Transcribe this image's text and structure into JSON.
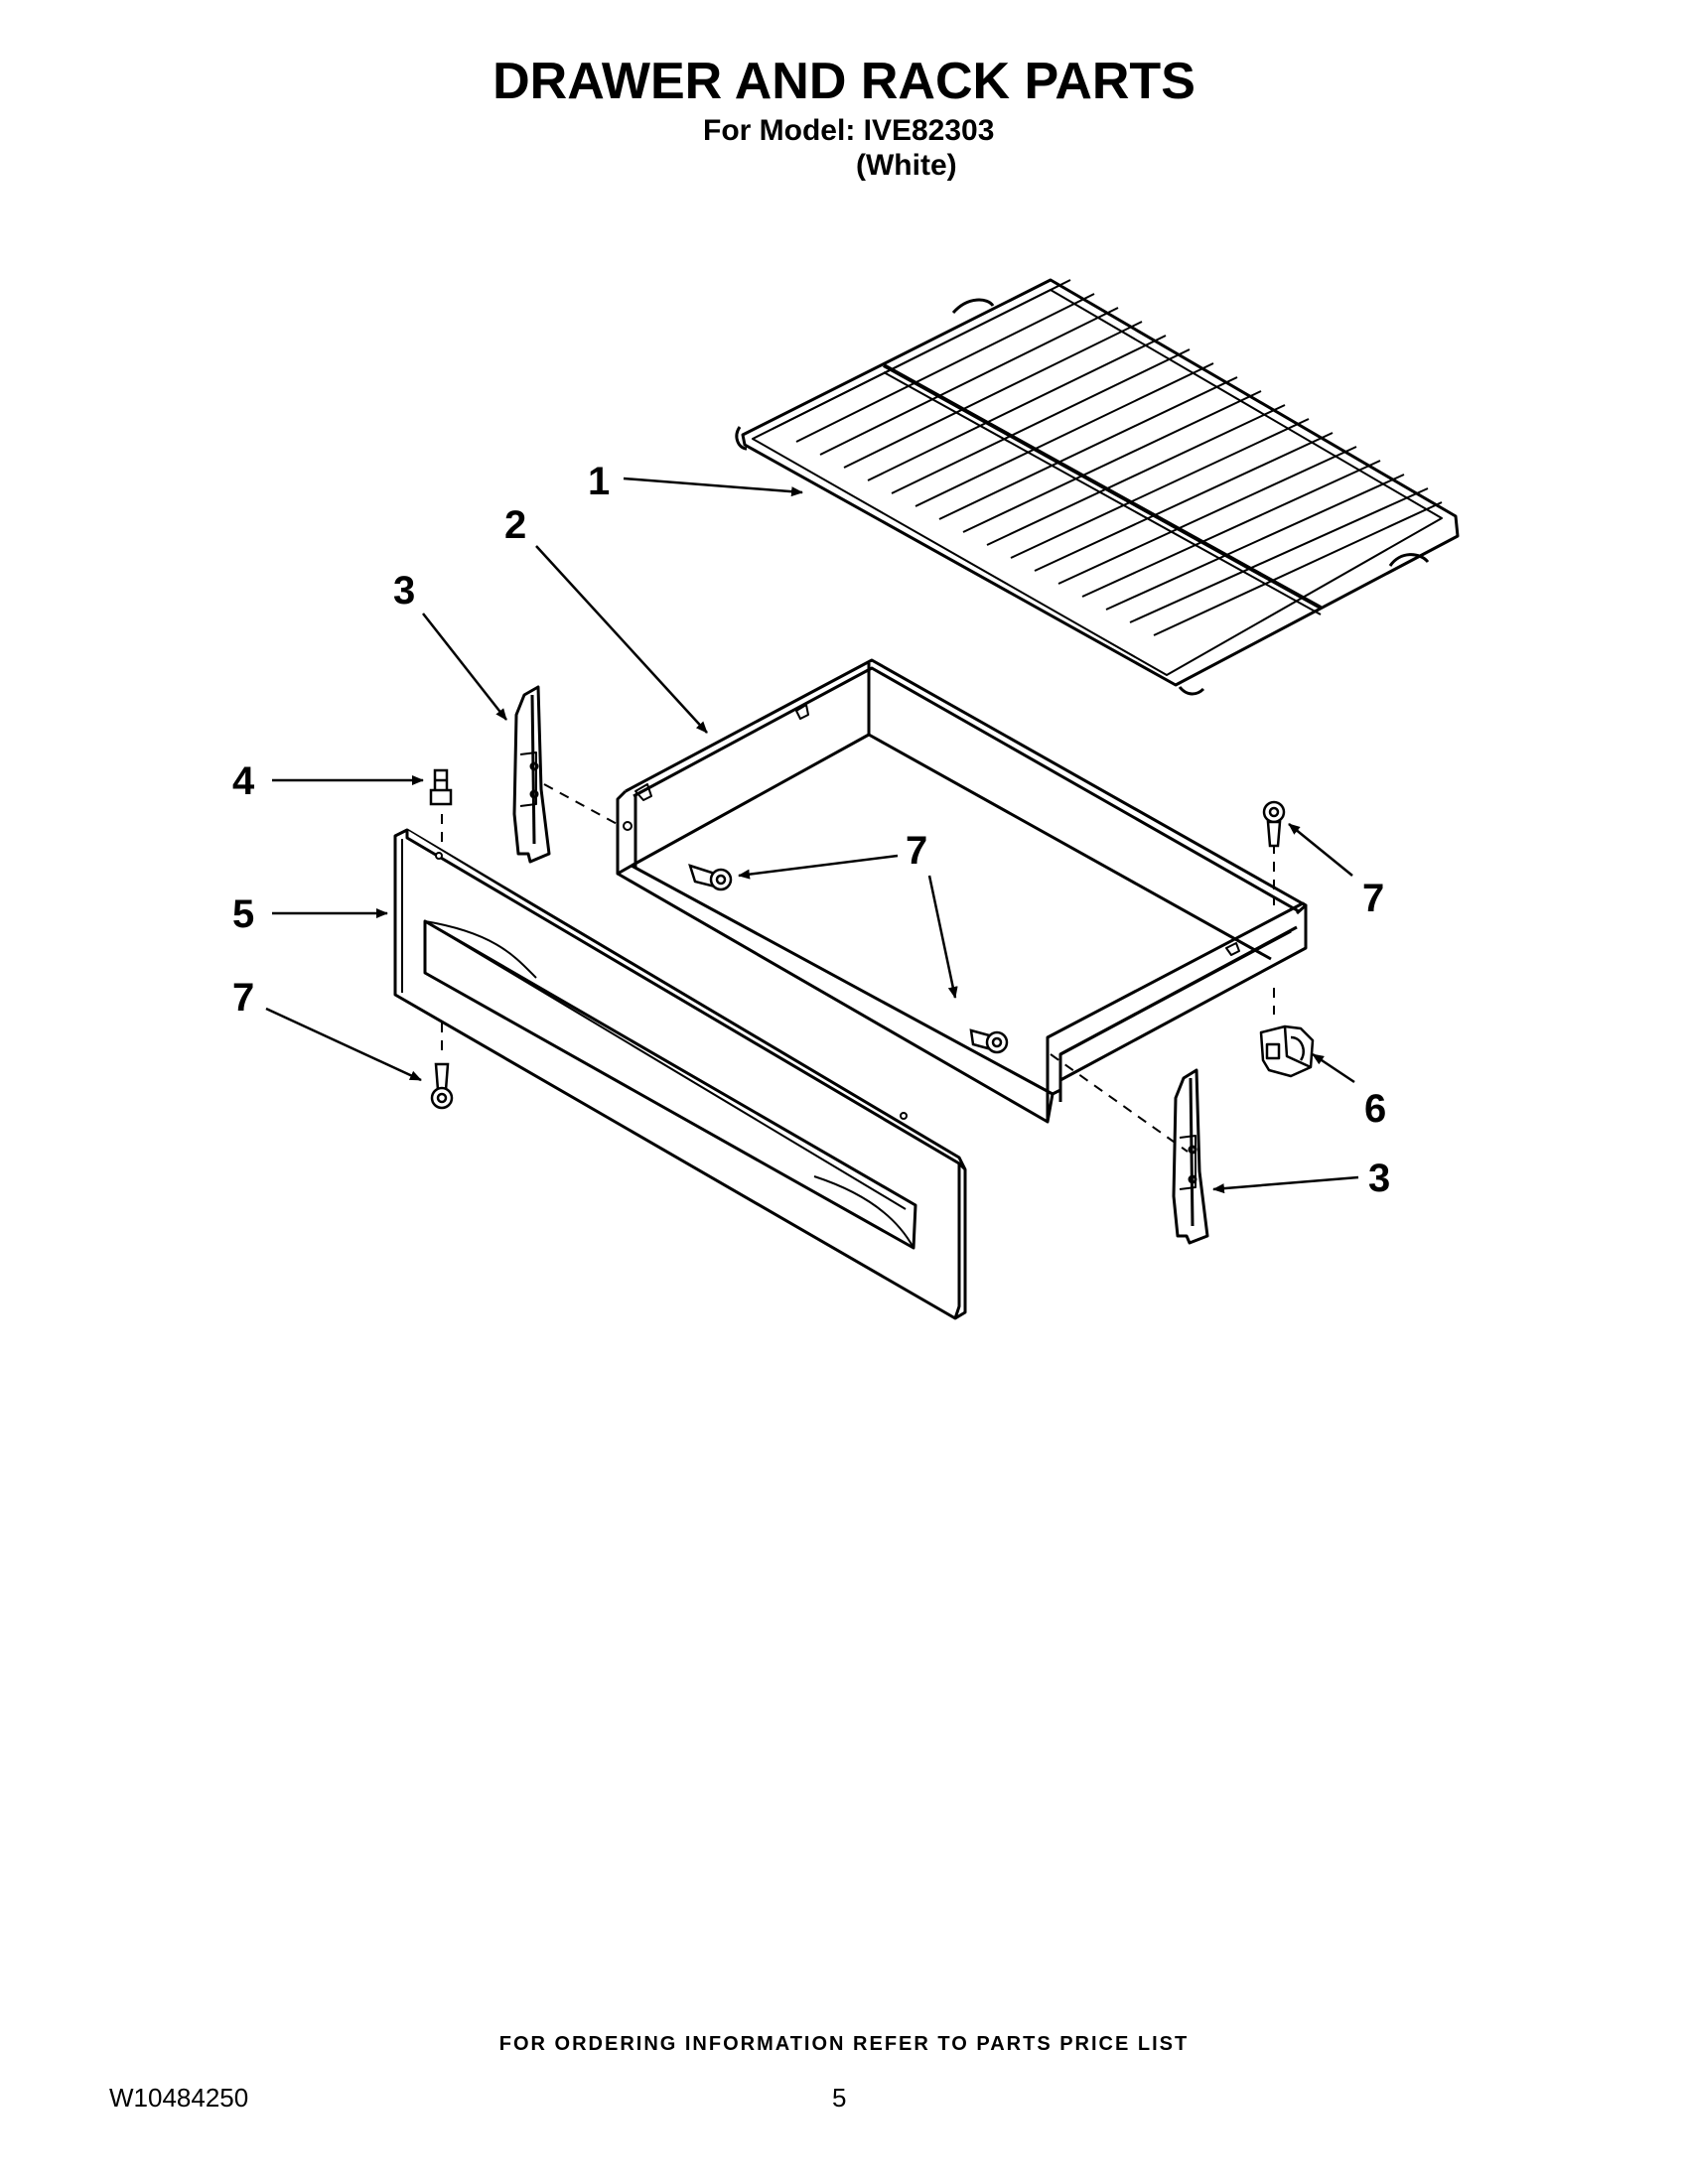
{
  "header": {
    "title": "DRAWER AND RACK PARTS",
    "model_line": "For Model: IVE82303",
    "variant": "(White)"
  },
  "diagram": {
    "callouts": [
      {
        "id": "rack",
        "label": "1"
      },
      {
        "id": "drawer-body",
        "label": "2"
      },
      {
        "id": "glide-left",
        "label": "3"
      },
      {
        "id": "glide-right",
        "label": "3"
      },
      {
        "id": "stop",
        "label": "4"
      },
      {
        "id": "drawer-panel",
        "label": "5"
      },
      {
        "id": "screw-front",
        "label": "7"
      },
      {
        "id": "screw-center",
        "label": "7"
      },
      {
        "id": "screw-right",
        "label": "7"
      },
      {
        "id": "bracket",
        "label": "6"
      }
    ]
  },
  "footer": {
    "ordering_note": "FOR ORDERING INFORMATION REFER TO PARTS PRICE LIST",
    "doc_number": "W10484250",
    "page_number": "5"
  }
}
